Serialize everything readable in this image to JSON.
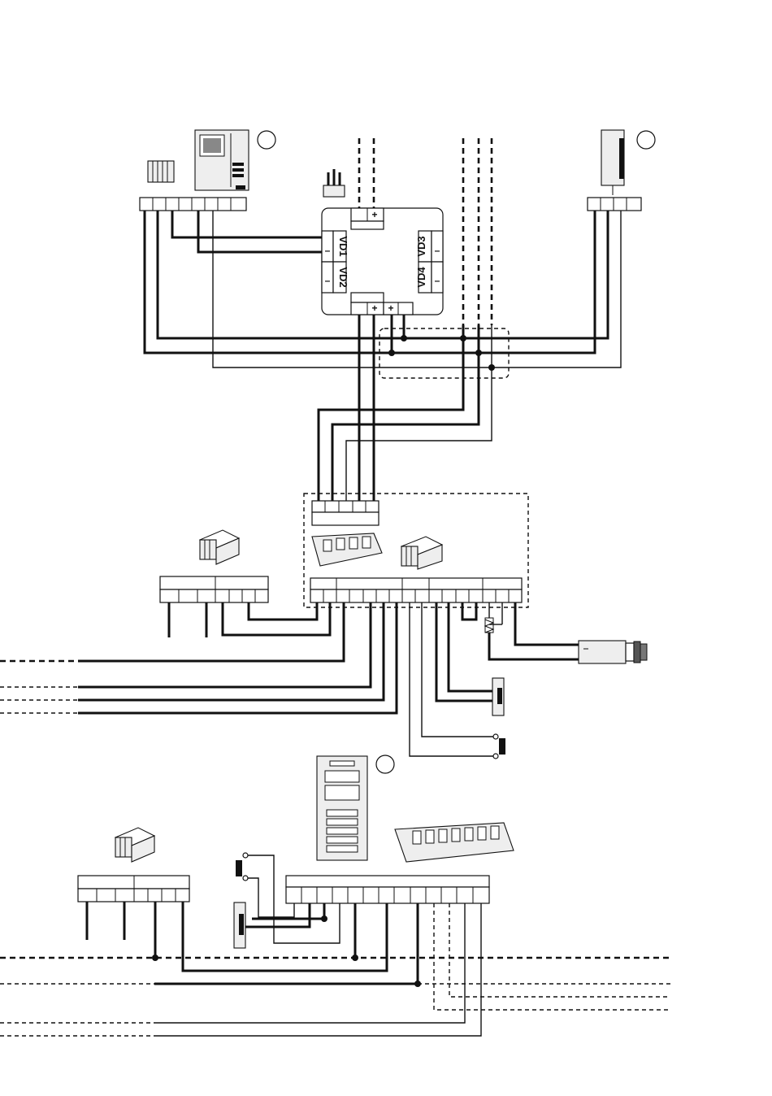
{
  "distributor": {
    "outputs": [
      "VD1",
      "VD2",
      "VD3",
      "VD4"
    ],
    "minus": "–",
    "plus": "+"
  },
  "colors": {
    "line": "#111111",
    "background": "#ffffff"
  },
  "icons": [
    "video-monitor-icon",
    "handset-icon",
    "power-supply-icon",
    "dip-switch-icon",
    "camera-icon",
    "door-lock-icon",
    "push-button-icon",
    "door-panel-icon",
    "marker-circle-icon"
  ]
}
